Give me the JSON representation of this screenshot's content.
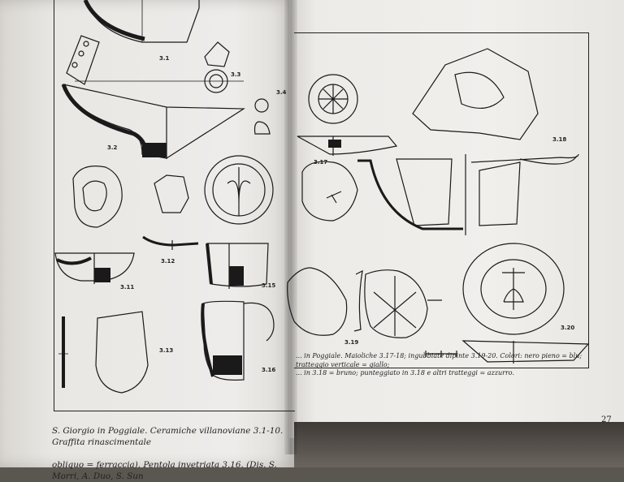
{
  "book": {
    "left_page": {
      "figure_labels": [
        "3.1",
        "3.2",
        "3.3",
        "3.4",
        "3.11",
        "3.12",
        "3.13",
        "3.15",
        "3.16"
      ],
      "caption_line1": "S. Giorgio in Poggiale. Ceramiche villanoviane 3.1-10. Graffita rinascimentale",
      "caption_line2": "obliquo = ferraccia). Pentola invetriata 3.16. (Dis. S. Morri, A. Duo, S. Sun"
    },
    "right_page": {
      "figure_labels": [
        "3.17",
        "3.18",
        "3.19",
        "3.20"
      ],
      "caption_line1": "... in Poggiale. Maioliche 3.17-18; ingubbiate dipinte 3.19-20. Colori: nero pieno = blu; tratteggio verticale = giallo;",
      "caption_line2": "... in 3.18 = bruno; punteggiato in 3.18 e altri tratteggi = azzurro.",
      "page_number": "27"
    }
  }
}
